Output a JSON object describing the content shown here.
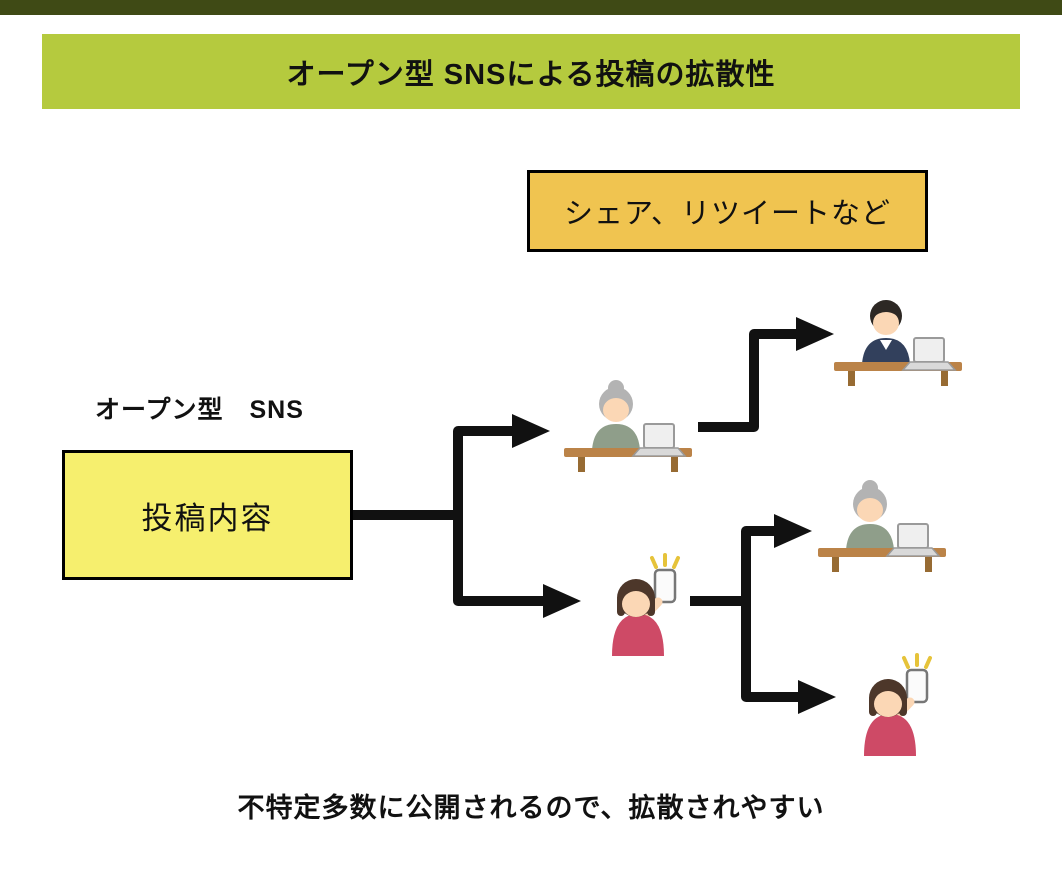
{
  "header": {
    "top_strip_color": "#3f4a15",
    "bar_color": "#b5ca3e",
    "title": "オープン型 SNSによる投稿の拡散性"
  },
  "diagram": {
    "share_box": {
      "label": "シェア、リツイートなど",
      "fill": "#f0c450",
      "border": "#000000"
    },
    "sns_label": "オープン型　SNS",
    "post_box": {
      "label": "投稿内容",
      "fill": "#f6ef6e",
      "border": "#000000"
    },
    "arrow_color": "#111111",
    "people": [
      {
        "name": "grandma-laptop-1",
        "icon": "grandma-laptop-icon",
        "description": "elderly woman using laptop at desk"
      },
      {
        "name": "businessman-laptop",
        "icon": "businessman-laptop-icon",
        "description": "businessman using laptop at desk"
      },
      {
        "name": "selfie-woman-1",
        "icon": "selfie-woman-phone-icon",
        "description": "woman holding up smartphone"
      },
      {
        "name": "grandma-laptop-2",
        "icon": "grandma-laptop-icon",
        "description": "elderly woman using laptop at desk"
      },
      {
        "name": "selfie-woman-2",
        "icon": "selfie-woman-phone-icon",
        "description": "woman holding up smartphone"
      }
    ]
  },
  "footer": {
    "note": "不特定多数に公開されるので、拡散されやすい"
  }
}
